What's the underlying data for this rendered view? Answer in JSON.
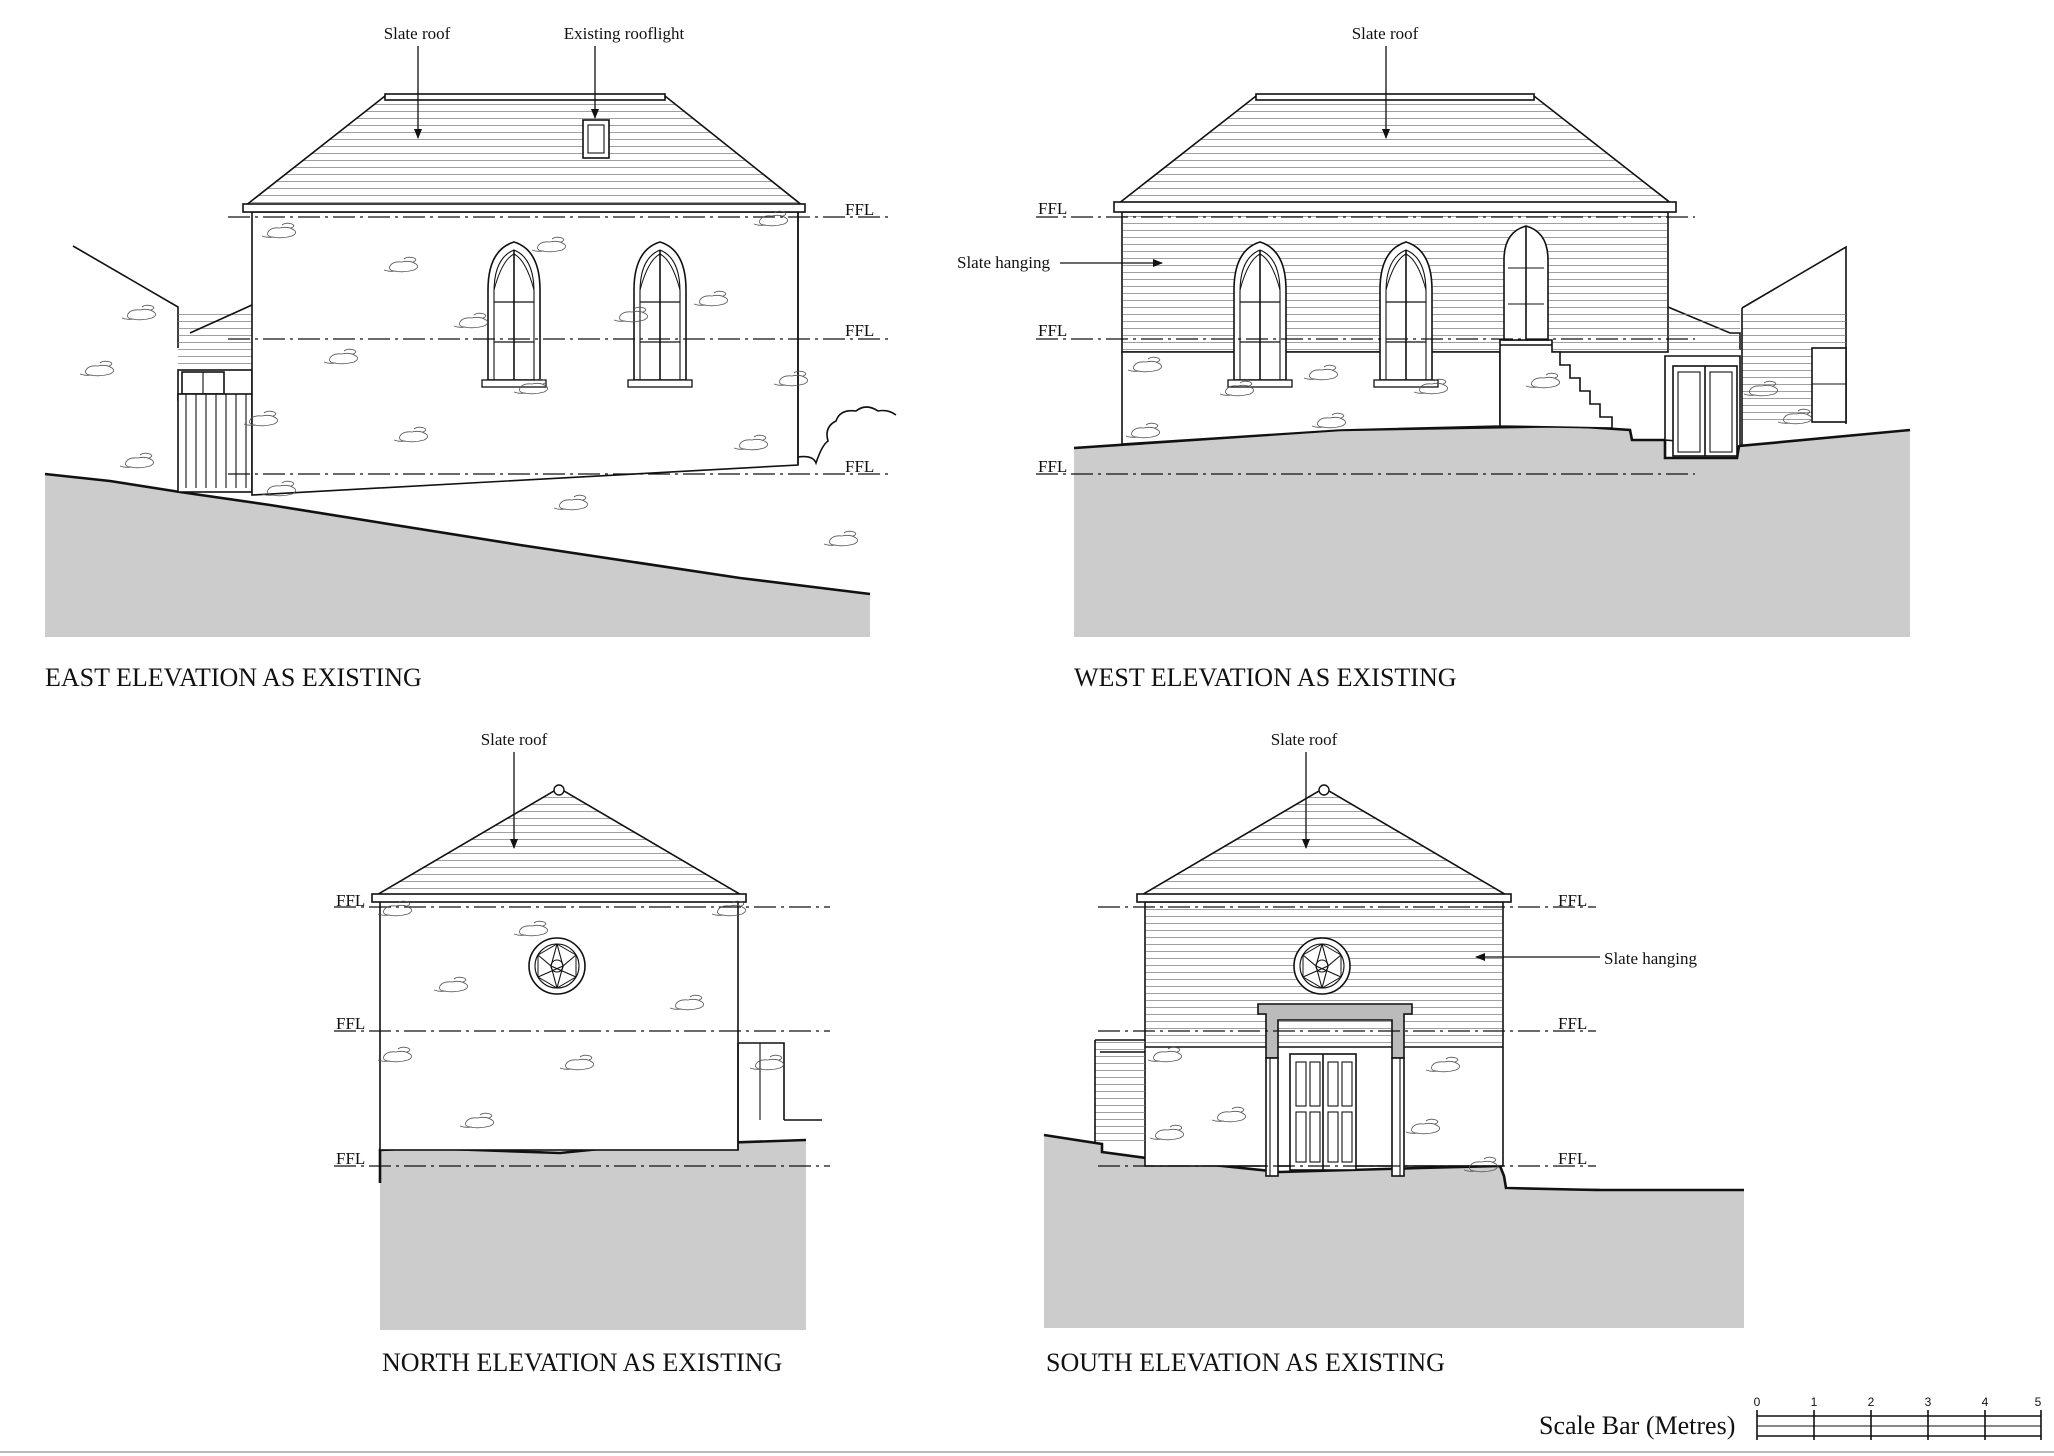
{
  "annotations": {
    "east_slate_roof": "Slate roof",
    "east_rooflight": "Existing  rooflight",
    "west_slate_roof": "Slate roof",
    "west_slate_hanging": "Slate hanging",
    "north_slate_roof": "Slate roof",
    "south_slate_roof": "Slate roof",
    "south_slate_hanging": "Slate hanging",
    "ffl": "FFL"
  },
  "titles": {
    "east": "EAST ELEVATION AS EXISTING",
    "west": "WEST ELEVATION AS EXISTING",
    "north": "NORTH ELEVATION AS EXISTING",
    "south": "SOUTH ELEVATION AS EXISTING"
  },
  "scale_bar": {
    "label": "Scale Bar (Metres)",
    "ticks": [
      "0",
      "1",
      "2",
      "3",
      "4",
      "5"
    ]
  }
}
